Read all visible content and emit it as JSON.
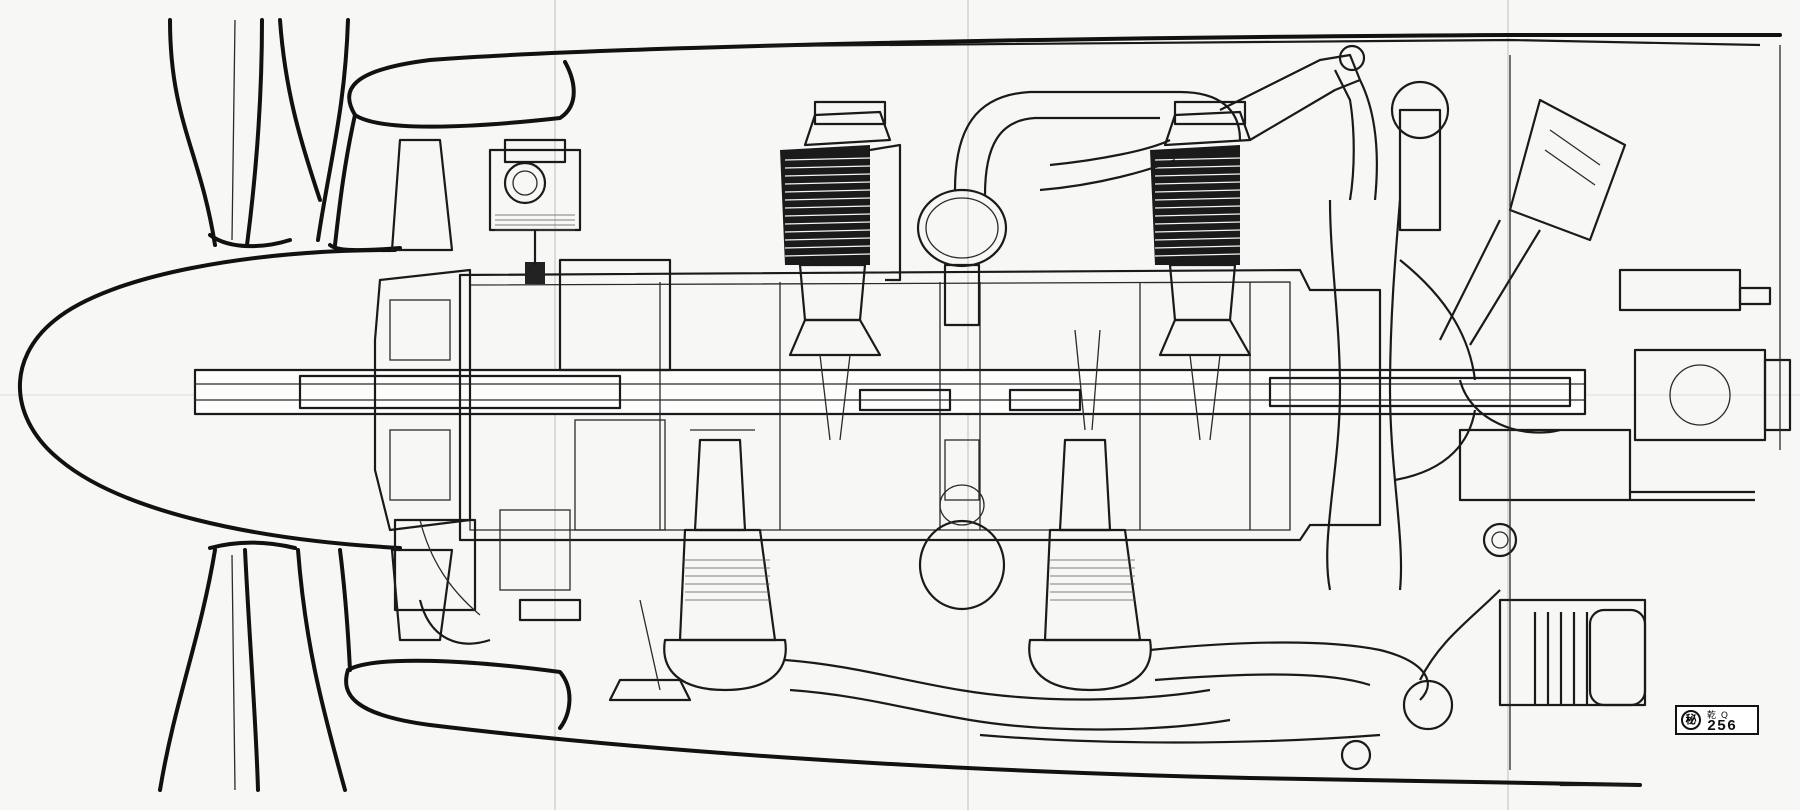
{
  "drawing": {
    "stamp": {
      "seal": "秘",
      "top": "乾 Q",
      "number": "256"
    }
  }
}
